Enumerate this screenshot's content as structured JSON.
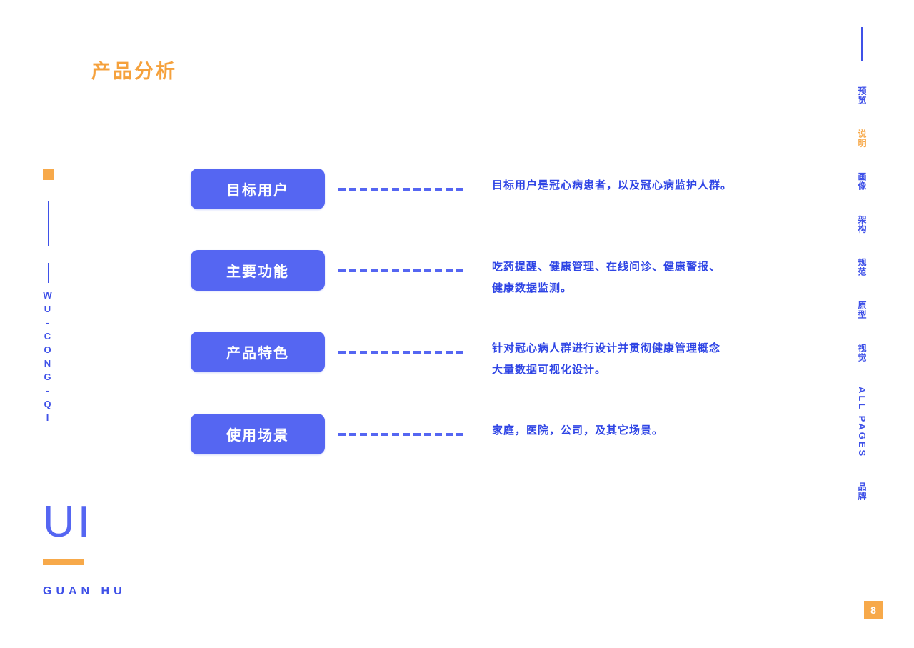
{
  "header": {
    "title": "产品分析"
  },
  "left_rail": {
    "vertical_text": "WU-CONG-QI"
  },
  "rows": [
    {
      "label": "目标用户",
      "lines": [
        "目标用户是冠心病患者，以及冠心病监护人群。"
      ]
    },
    {
      "label": "主要功能",
      "lines": [
        "吃药提醒、健康管理、在线问诊、健康警报、",
        "健康数据监测。"
      ]
    },
    {
      "label": "产品特色",
      "lines": [
        "针对冠心病人群进行设计并贯彻健康管理概念",
        "大量数据可视化设计。"
      ]
    },
    {
      "label": "使用场景",
      "lines": [
        "家庭，医院，公司，及其它场景。"
      ]
    }
  ],
  "brand": {
    "logo": "UI",
    "name": "GUAN  HU"
  },
  "right_nav": {
    "items": [
      {
        "label": "预览",
        "active": false,
        "latin": false
      },
      {
        "label": "说明",
        "active": true,
        "latin": false
      },
      {
        "label": "画像",
        "active": false,
        "latin": false
      },
      {
        "label": "架构",
        "active": false,
        "latin": false
      },
      {
        "label": "规范",
        "active": false,
        "latin": false
      },
      {
        "label": "原型",
        "active": false,
        "latin": false
      },
      {
        "label": "视觉",
        "active": false,
        "latin": false
      },
      {
        "label": "ALL PAGES",
        "active": false,
        "latin": true
      },
      {
        "label": "品牌",
        "active": false,
        "latin": false
      }
    ]
  },
  "footer": {
    "page_number": "8"
  },
  "colors": {
    "accent_orange": "#f7a94a",
    "brand_blue": "#5566f2",
    "text_blue": "#2f45e5",
    "rail_blue": "#3f51e8",
    "background": "#ffffff"
  }
}
